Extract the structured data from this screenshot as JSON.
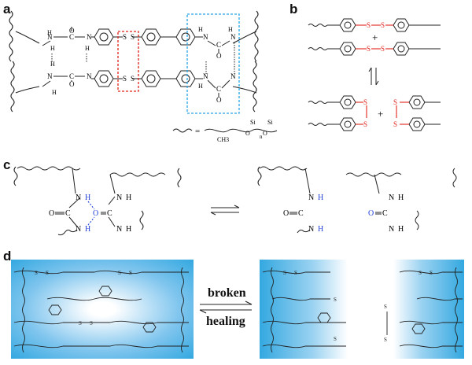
{
  "panels": {
    "a": "a",
    "b": "b",
    "c": "c",
    "d": "d"
  },
  "atoms": {
    "S": "S",
    "N": "N",
    "H": "H",
    "O": "O",
    "C": "C",
    "Si": "Si",
    "n": "n",
    "CH3": "CH3"
  },
  "symbols": {
    "plus": "+",
    "equals": "="
  },
  "panel_d": {
    "broken": "broken",
    "healing": "healing"
  },
  "colors": {
    "disulfide_red": "#e0231b",
    "hydrogen_blue": "#2141d6",
    "box_red": "#e0231b",
    "box_blue": "#27a4e6",
    "panel_d_blue": "#33a8e0"
  }
}
